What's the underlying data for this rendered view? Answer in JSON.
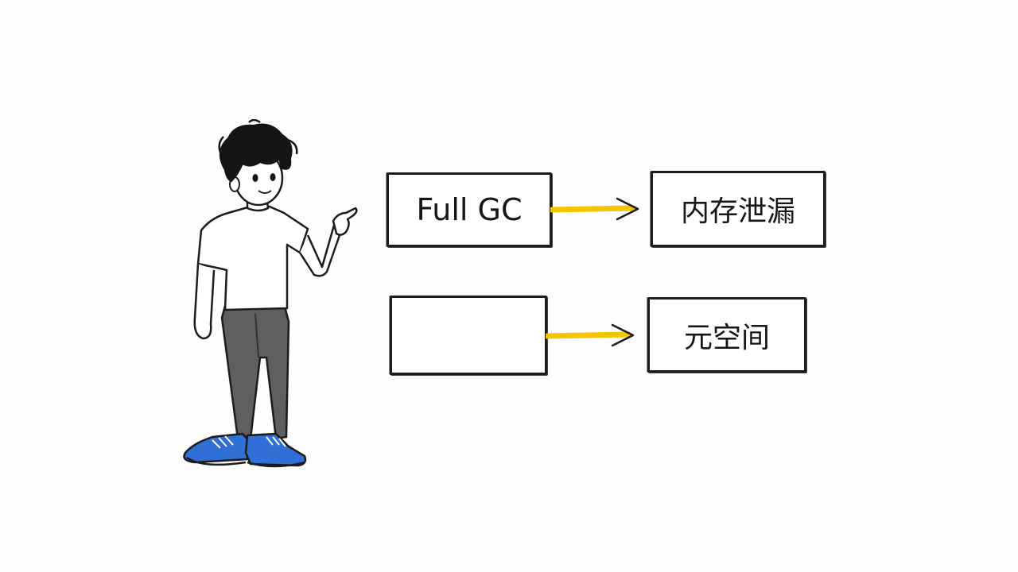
{
  "diagram": {
    "nodes": {
      "full_gc": "Full GC",
      "memory_leak": "内存泄漏",
      "blank": "",
      "metaspace": "元空间"
    },
    "edges": [
      {
        "from": "Full GC",
        "to": "内存泄漏"
      },
      {
        "from": "",
        "to": "元空间"
      }
    ]
  },
  "colors": {
    "arrow": "#f2c500",
    "stroke": "#1c1c1c",
    "pants": "#5f5f5f",
    "shoes": "#2f6fd6",
    "hair": "#151515"
  },
  "icons": {
    "character": "pointing-person-illustration"
  }
}
